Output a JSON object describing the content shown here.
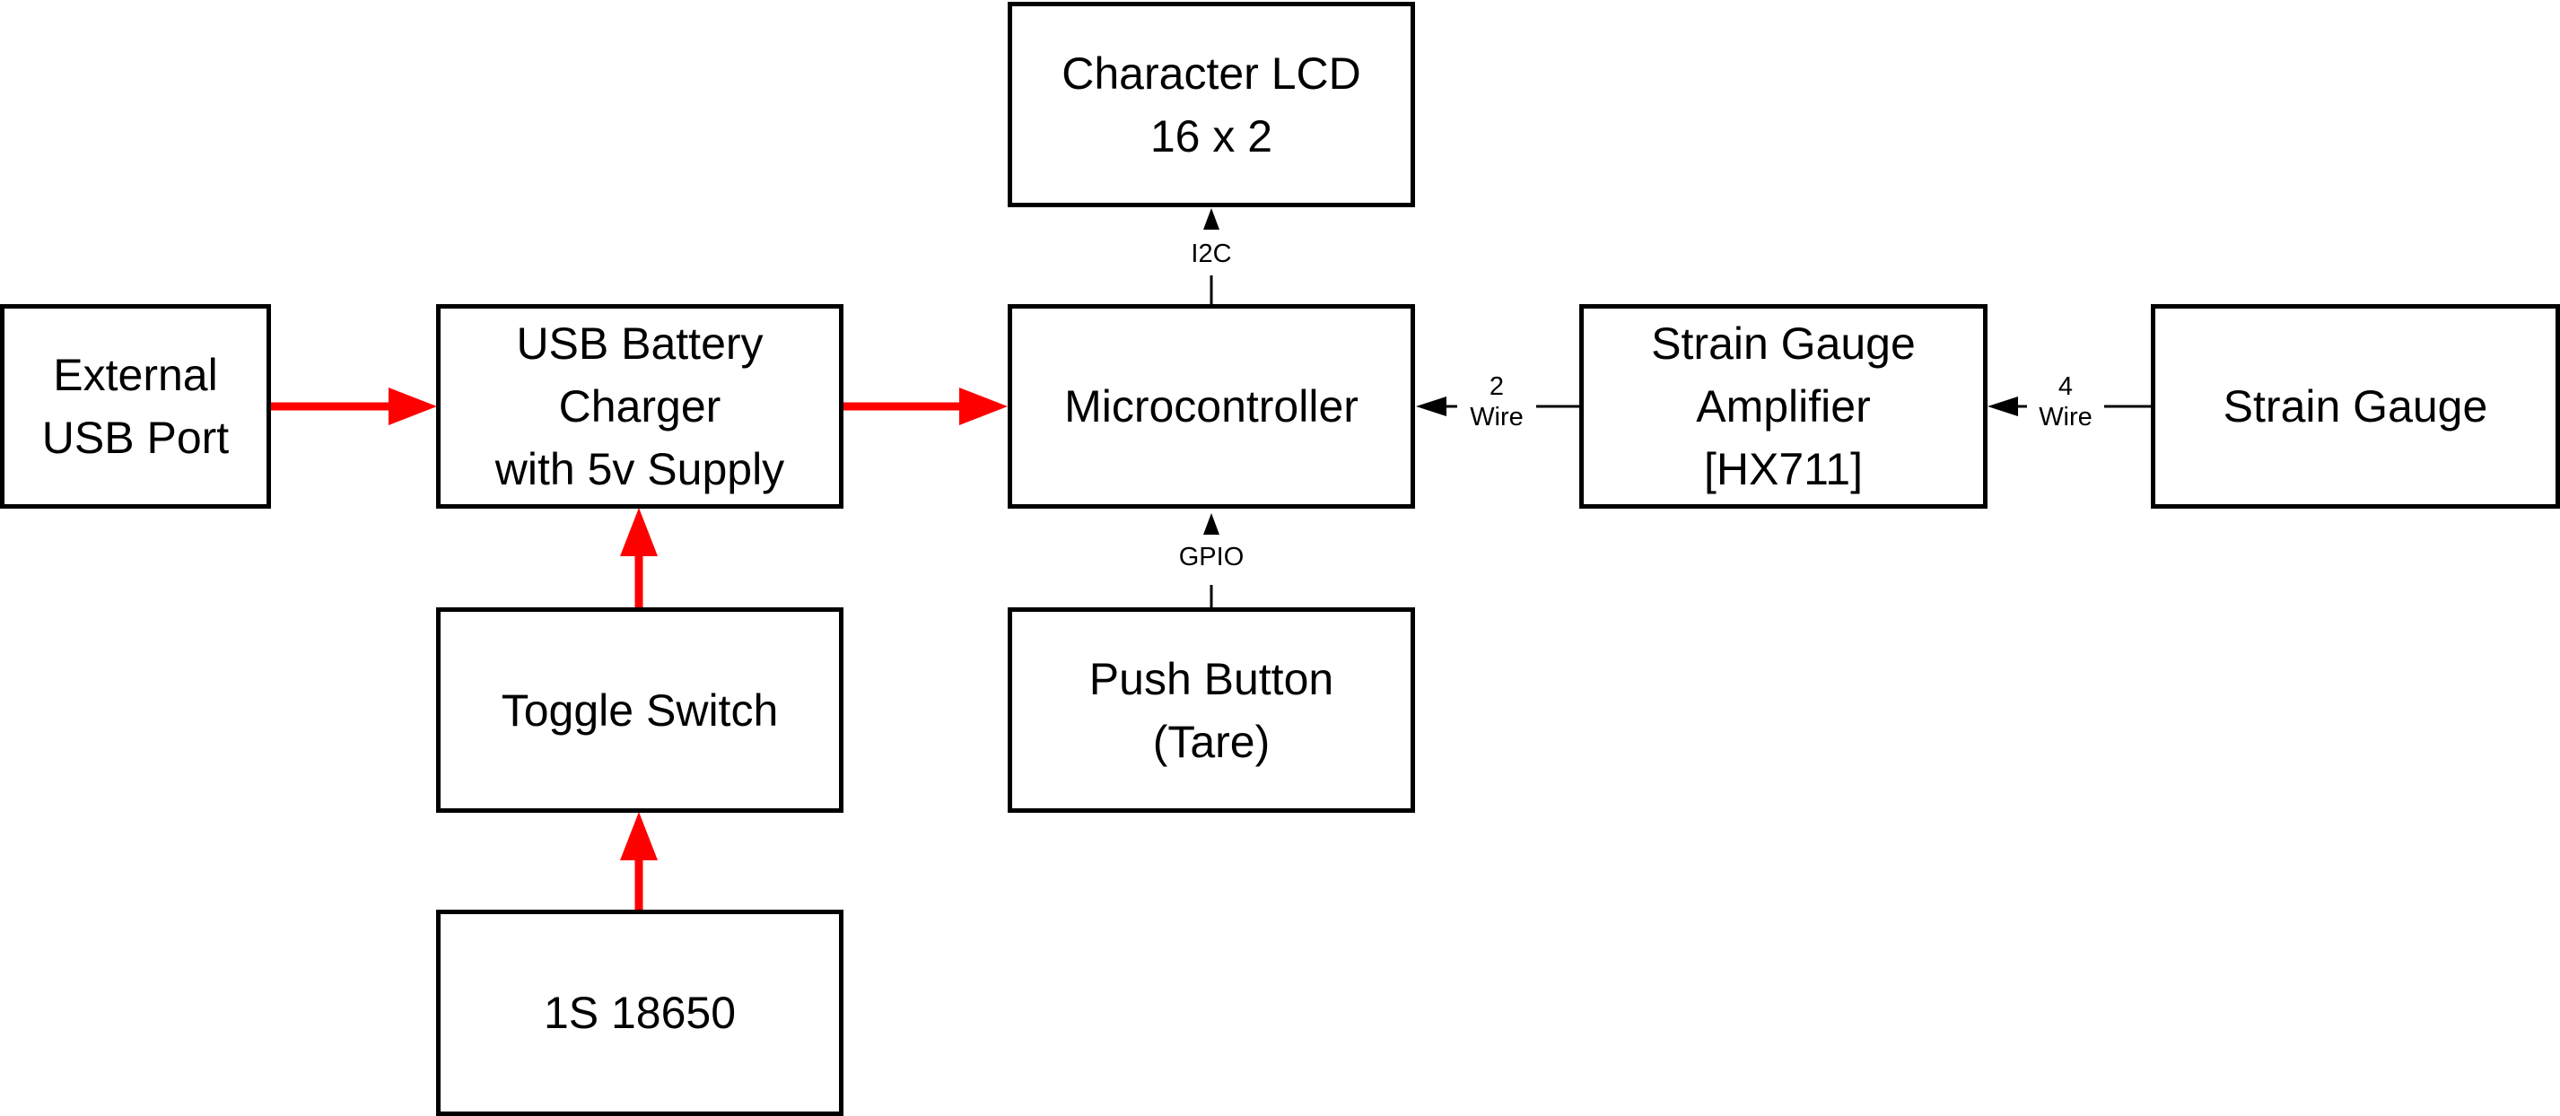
{
  "colors": {
    "power_arrow": "#ff0000",
    "signal_line": "#000000",
    "box_border": "#000000",
    "background": "#ffffff"
  },
  "blocks": {
    "external_usb_port": "External\nUSB Port",
    "usb_battery_charger": "USB  Battery\nCharger\nwith 5v Supply",
    "toggle_switch": "Toggle Switch",
    "battery_18650": "1S 18650",
    "microcontroller": "Microcontroller",
    "character_lcd": "Character LCD\n16 x 2",
    "push_button": "Push Button\n(Tare)",
    "strain_gauge_amplifier": "Strain Gauge\nAmplifier\n[HX711]",
    "strain_gauge": "Strain Gauge"
  },
  "connections": {
    "lcd_link": "I2C",
    "button_link": "GPIO",
    "amplifier_link": "2\nWire",
    "gauge_link": "4\nWire"
  }
}
